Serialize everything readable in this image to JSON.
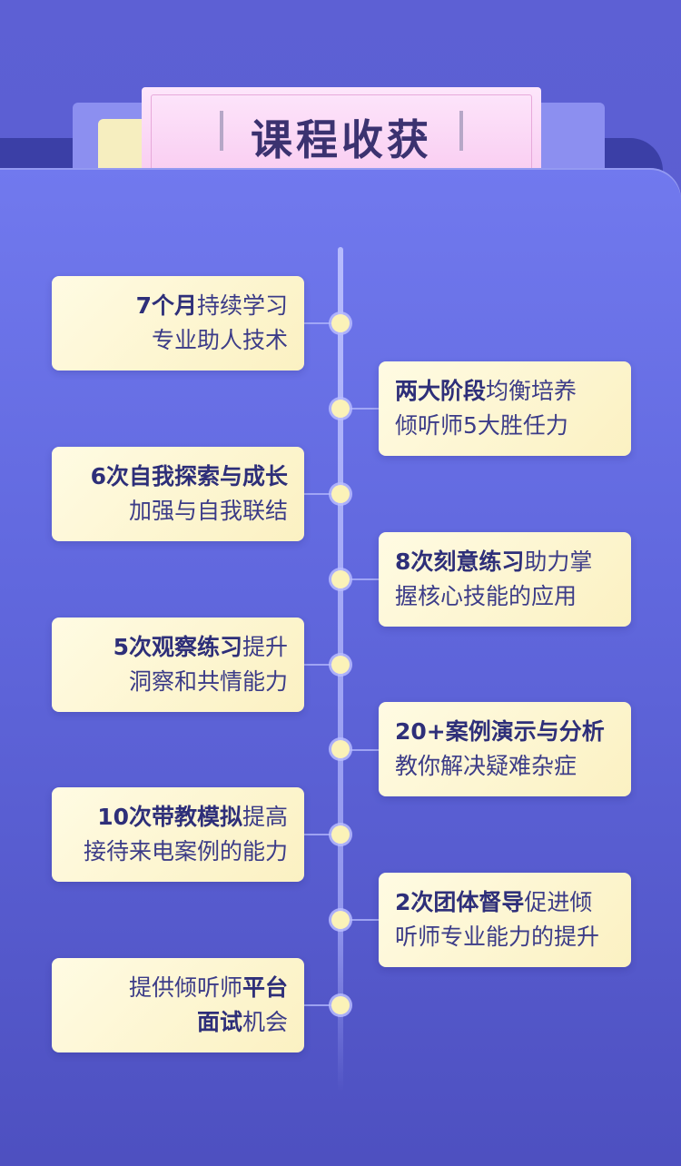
{
  "header": {
    "title": "课程收获"
  },
  "colors": {
    "background": "#5c5fd2",
    "card": "#fbf1c2",
    "title_card": "#f8c7ef",
    "text": "#2e2f79"
  },
  "items": [
    {
      "bold": "7个月",
      "text1": "持续学习",
      "line2": "专业助人技术"
    },
    {
      "bold": "两大阶段",
      "text1": "均衡培养",
      "line2": "倾听师5大胜任力"
    },
    {
      "bold": "6次自我探索与成长",
      "text1": "",
      "line2": "加强与自我联结"
    },
    {
      "bold": "8次刻意练习",
      "text1": "助力掌",
      "line2": "握核心技能的应用"
    },
    {
      "bold": "5次观察练习",
      "text1": "提升",
      "line2": "洞察和共情能力"
    },
    {
      "bold": "20+案例演示与分析",
      "text1": "",
      "line2": "教你解决疑难杂症"
    },
    {
      "bold": "10次带教模拟",
      "text1": "提高",
      "line2": "接待来电案例的能力"
    },
    {
      "bold": "2次团体督导",
      "text1": "促进倾",
      "line2": "听师专业能力的提升"
    },
    {
      "text1": "提供倾听师",
      "bold": "平台",
      "bold2": "面试",
      "line2": "机会"
    }
  ]
}
